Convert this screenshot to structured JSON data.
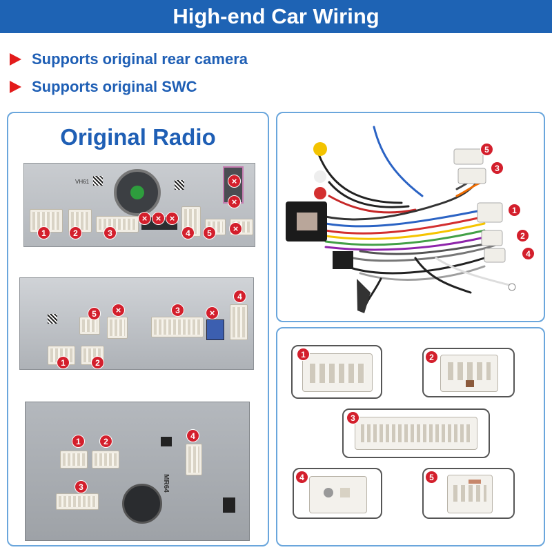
{
  "banner": {
    "title": "High-end Car Wiring"
  },
  "features": [
    "Supports original rear camera",
    "Supports original SWC"
  ],
  "left_panel": {
    "title": "Original Radio",
    "unit1": {
      "label": "VH61",
      "numbers": [
        "1",
        "2",
        "3",
        "4",
        "5"
      ],
      "cross": "×"
    },
    "unit3": {
      "label": "MR64"
    }
  },
  "harness": {
    "numbers": [
      "5",
      "3",
      "1",
      "2",
      "4"
    ]
  },
  "connectors": [
    "1",
    "2",
    "3",
    "4",
    "5"
  ],
  "colors": {
    "banner": "#1e63b4",
    "accent": "#d31f2c",
    "text_blue": "#1f5fb5",
    "panel_border": "#6aa6dc"
  }
}
